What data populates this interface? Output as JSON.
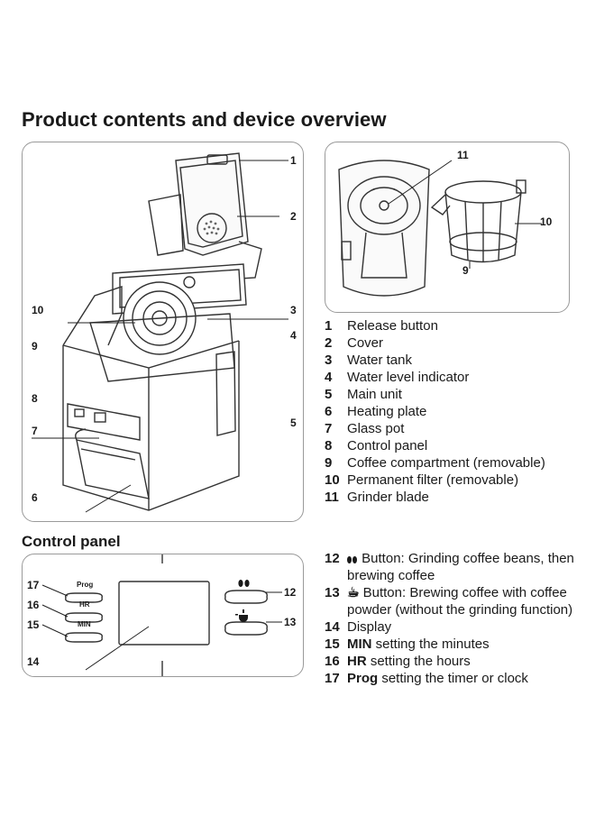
{
  "page": {
    "title": "Product contents and device overview",
    "control_panel_title": "Control panel"
  },
  "callouts": {
    "main": [
      "1",
      "2",
      "3",
      "4",
      "5",
      "6",
      "7",
      "8",
      "9",
      "10"
    ],
    "filter": [
      "11",
      "10",
      "9"
    ],
    "panel": [
      "17",
      "16",
      "15",
      "14",
      "12",
      "13"
    ]
  },
  "panel_labels": {
    "prog": "Prog",
    "hr": "HR",
    "min": "MIN"
  },
  "parts": [
    {
      "num": "1",
      "label": "Release button"
    },
    {
      "num": "2",
      "label": "Cover"
    },
    {
      "num": "3",
      "label": "Water tank"
    },
    {
      "num": "4",
      "label": "Water level indicator"
    },
    {
      "num": "5",
      "label": "Main unit"
    },
    {
      "num": "6",
      "label": "Heating plate"
    },
    {
      "num": "7",
      "label": "Glass pot"
    },
    {
      "num": "8",
      "label": "Control panel"
    },
    {
      "num": "9",
      "label": "Coffee compartment (removable)"
    },
    {
      "num": "10",
      "label": "Permanent filter (removable)"
    },
    {
      "num": "11",
      "label": "Grinder blade"
    }
  ],
  "controls": [
    {
      "num": "12",
      "icon": "coffee-beans-icon",
      "bold": "",
      "text": "Button: Grinding coffee beans, then brewing coffee"
    },
    {
      "num": "13",
      "icon": "coffee-cup-icon",
      "bold": "",
      "text": "Button: Brewing coffee with coffee powder (without the grinding function)"
    },
    {
      "num": "14",
      "icon": "",
      "bold": "",
      "text": "Display"
    },
    {
      "num": "15",
      "icon": "",
      "bold": "MIN",
      "text": "setting the minutes"
    },
    {
      "num": "16",
      "icon": "",
      "bold": "HR",
      "text": "setting the hours"
    },
    {
      "num": "17",
      "icon": "",
      "bold": "Prog",
      "text": "setting the timer or clock"
    }
  ]
}
